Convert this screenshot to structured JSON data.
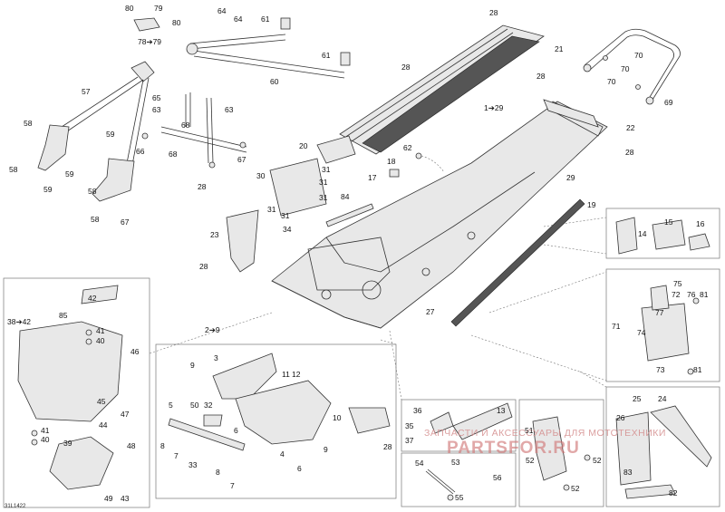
{
  "drawing_code": "31L1422",
  "watermark": {
    "caption": "ЗАПЧАСТИ И АКСЕССУАРЫ ДЛЯ МОТОТЕХНИКИ",
    "brand": "PARTSFOR.RU"
  },
  "callouts": [
    "80",
    "79",
    "80",
    "78➔79",
    "64",
    "64",
    "61",
    "28",
    "21",
    "57",
    "65",
    "63",
    "63",
    "68",
    "60",
    "61",
    "28",
    "70",
    "70",
    "70",
    "28",
    "69",
    "58",
    "59",
    "58",
    "59",
    "59",
    "58",
    "58",
    "67",
    "66",
    "68",
    "67",
    "28",
    "1➔29",
    "22",
    "28",
    "62",
    "20",
    "31",
    "18",
    "30",
    "31",
    "31",
    "17",
    "84",
    "31",
    "31",
    "34",
    "23",
    "28",
    "29",
    "19",
    "14",
    "15",
    "16",
    "75",
    "72",
    "76",
    "81",
    "77",
    "74",
    "71",
    "73",
    "81",
    "42",
    "38➔42",
    "85",
    "41",
    "40",
    "46",
    "45",
    "47",
    "44",
    "41",
    "40",
    "39",
    "48",
    "49",
    "43",
    "2➔9",
    "3",
    "9",
    "11",
    "12",
    "5",
    "50",
    "32",
    "6",
    "7",
    "8",
    "33",
    "10",
    "28",
    "8",
    "7",
    "4",
    "9",
    "6",
    "27",
    "36",
    "13",
    "35",
    "37",
    "51",
    "52",
    "52",
    "25",
    "24",
    "26",
    "53",
    "54",
    "56",
    "55",
    "52",
    "83",
    "82"
  ]
}
